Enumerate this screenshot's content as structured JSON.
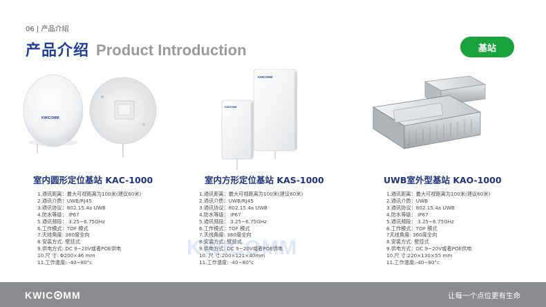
{
  "header": {
    "section_label": "06 | 产品介绍",
    "title_cn": "产品介绍",
    "title_en": "Product Introduction",
    "category_pill": "基站"
  },
  "products": [
    {
      "name": "室内圆形定位基站 KAC-1000",
      "brand_mark": "KWICOMM",
      "specs": [
        "1.通讯距离：最大可视距离为100米(建议60米)",
        "2.通讯介质：UWB/RJ45",
        "3.通讯协议：802.15.4a UWB",
        "4.防水等级： IP67",
        "5.通讯频段： 3.25~6.75GHz",
        "6.工作模式：TOF 模式",
        "7.天线角度: 360度全向",
        "8.安装方式: 壁挂式",
        "9.供电方式: DC 9~20V或者POE供电",
        "10.尺 寸: Φ200×46 mm",
        "11.工作温度: -40~80°c"
      ]
    },
    {
      "name": "室内方形定位基站 KAS-1000",
      "brand_mark": "KWICOMM",
      "specs": [
        "1.通讯距离：最大可视距离为100米(建议60米)",
        "2.通讯介质：UWB/RJ45",
        "3.通讯协议：802.15.4a UWB",
        "4.防水等级： IP67",
        "5.通讯频段： 3.25~6.75GHz",
        "6.工作模式：TOF 模式",
        "7.天线角度: 360度全向",
        "8.安装方式: 壁挂式",
        "9.供电方式: DC 9~20V或者POE供电",
        "10. 尺 寸:200×121×40mm",
        "11.工作温度: -40~80°c"
      ]
    },
    {
      "name": "UWB室外型基站 KAO-1000",
      "specs": [
        "1.通讯距离：最大可视距离为100米(建议60米)",
        "2.通讯介质：UWB",
        "3.通讯协议：802.15.4a UWB",
        "4.防水等级： IP67",
        "5.通讯频段： 3.25~6.75GHz",
        "6.工作模式：TOF 模式",
        "7天线角度: 360度全向",
        "8.安装方式: 壁挂式",
        "9.供电方式：DC 9~20V或者POE供电",
        "10.尺 寸:220×130×55 mm",
        "11.工作温度:-40~80°c"
      ]
    }
  ],
  "watermark": "KWICOMM",
  "footer": {
    "logo": [
      "KWIC",
      "MM"
    ],
    "slogan": "让每一个点位更有生命"
  },
  "colors": {
    "title_blue": "#1f3fa0",
    "product_name_blue": "#1f3480",
    "pill_green": "#1aa23c",
    "footer_gray": "#8a8c8f"
  }
}
